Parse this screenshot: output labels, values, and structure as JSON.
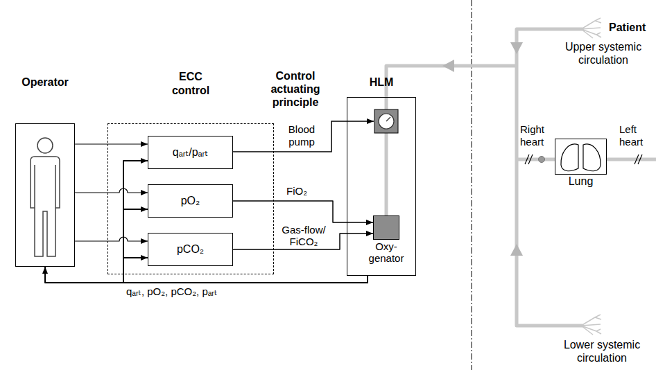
{
  "diagram": {
    "nodes": [
      {
        "text": [
          "Operator"
        ]
      },
      {
        "text": [
          "ECC control"
        ]
      },
      {
        "text": [
          "qₐᵣₜ/pₐᵣₜ"
        ],
        "in": 1
      },
      {
        "text": [
          "pO₂"
        ],
        "in": 1
      },
      {
        "text": [
          "pCO₂"
        ],
        "in": 1
      },
      {
        "text": [
          "HLM"
        ]
      },
      {
        "text": [
          "Oxy- genator"
        ],
        "in": 5
      },
      {
        "text": [
          "Lung"
        ]
      }
    ],
    "edges": [
      {
        "from": 0,
        "to": 2,
        "arrow": "to"
      },
      {
        "from": 0,
        "to": 3,
        "arrow": "to"
      },
      {
        "from": 0,
        "to": 4,
        "arrow": "to"
      },
      {
        "from": 3,
        "to": 6,
        "label": "FiO₂",
        "arrow": "to"
      },
      {
        "from": 4,
        "to": 6,
        "label": "Gas-flow/ FiCO₂",
        "arrow": "to"
      },
      {
        "from": 5,
        "to": 0,
        "arrow": "to"
      },
      {
        "from": 5,
        "to": 2,
        "arrow": "to"
      },
      {
        "from": 5,
        "to": 3,
        "arrow": "to"
      },
      {
        "from": 5,
        "to": 4,
        "arrow": "to"
      }
    ],
    "labels": [
      "Control actuating principle",
      "Blood pump",
      "qₐᵣₜ, pO₂, pCO₂, pₐᵣₜ",
      "Patient",
      "Upper systemic circulation",
      "Right heart",
      "Left heart",
      "Lower systemic circulation"
    ]
  }
}
